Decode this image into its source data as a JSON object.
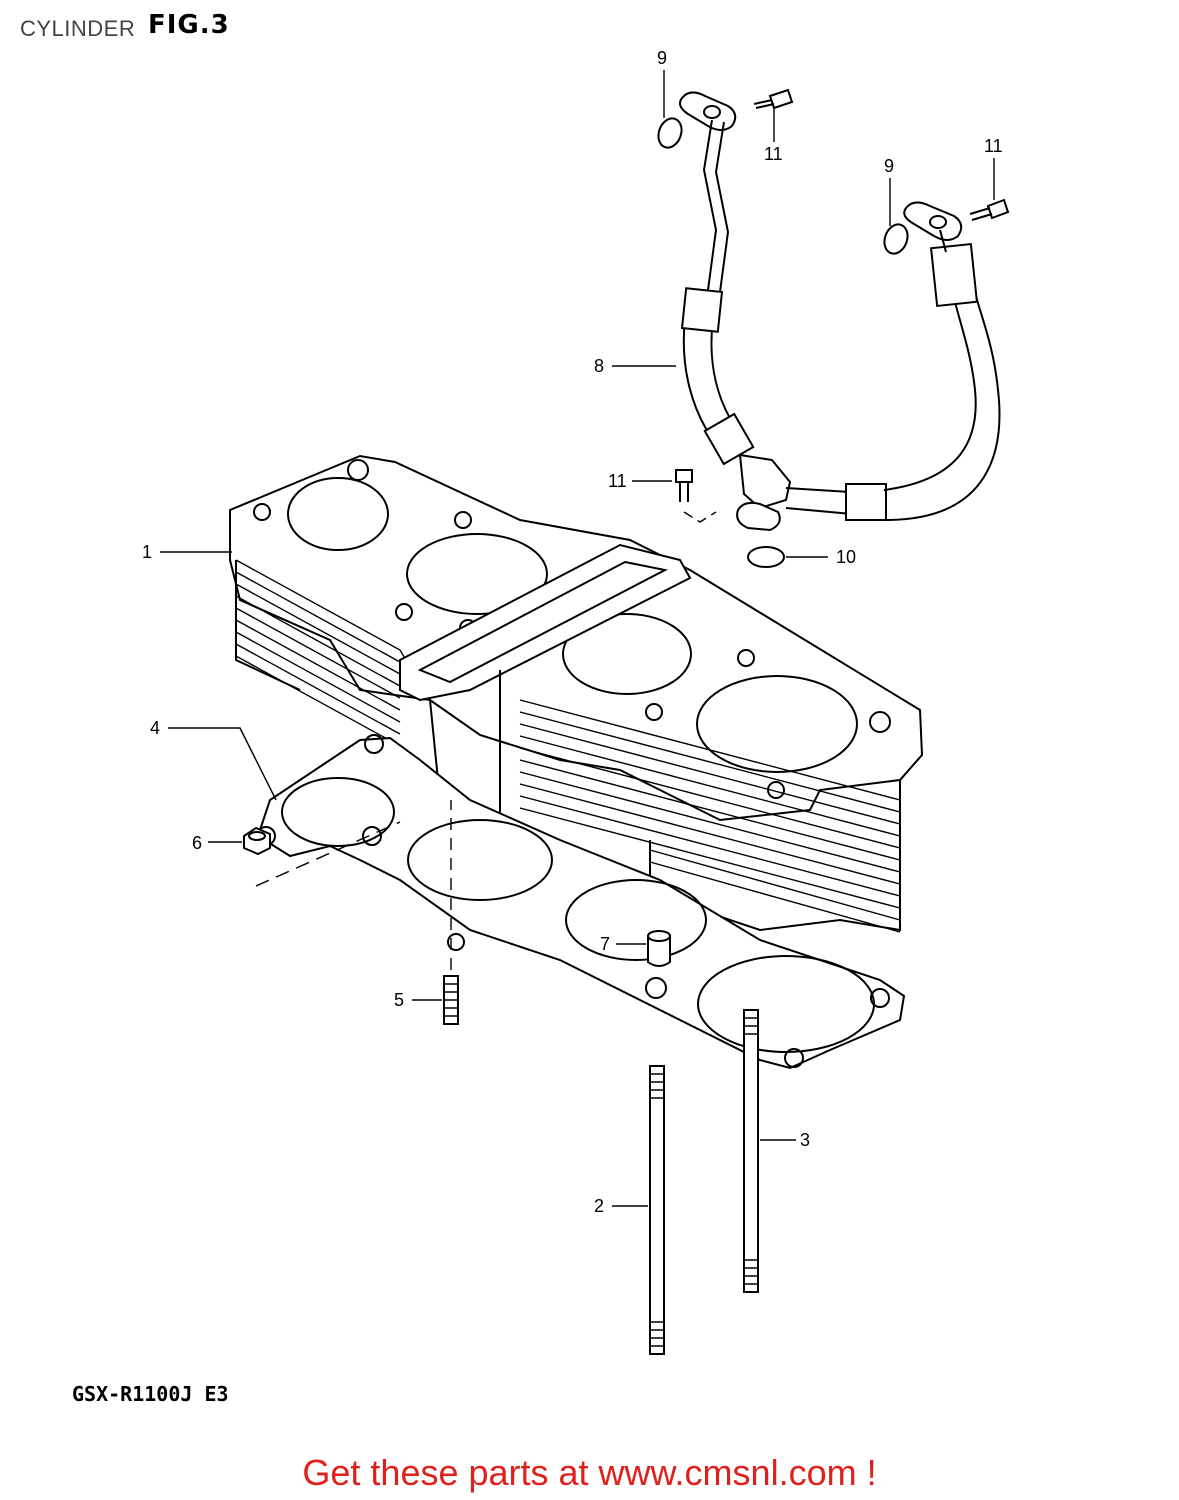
{
  "header": {
    "section_title": "CYLINDER",
    "figure_label": "FIG.3"
  },
  "footer": {
    "model_code": "GSX-R1100J E3",
    "call_to_action": "Get these parts at www.cmsnl.com !"
  },
  "callouts": {
    "c1": "1",
    "c2": "2",
    "c3": "3",
    "c4": "4",
    "c5": "5",
    "c6": "6",
    "c7": "7",
    "c8": "8",
    "c9a": "9",
    "c9b": "9",
    "c10": "10",
    "c11a": "11",
    "c11b": "11",
    "c11c": "11"
  },
  "colors": {
    "line": "#000000",
    "cta": "#e0201a",
    "title": "#444444"
  }
}
